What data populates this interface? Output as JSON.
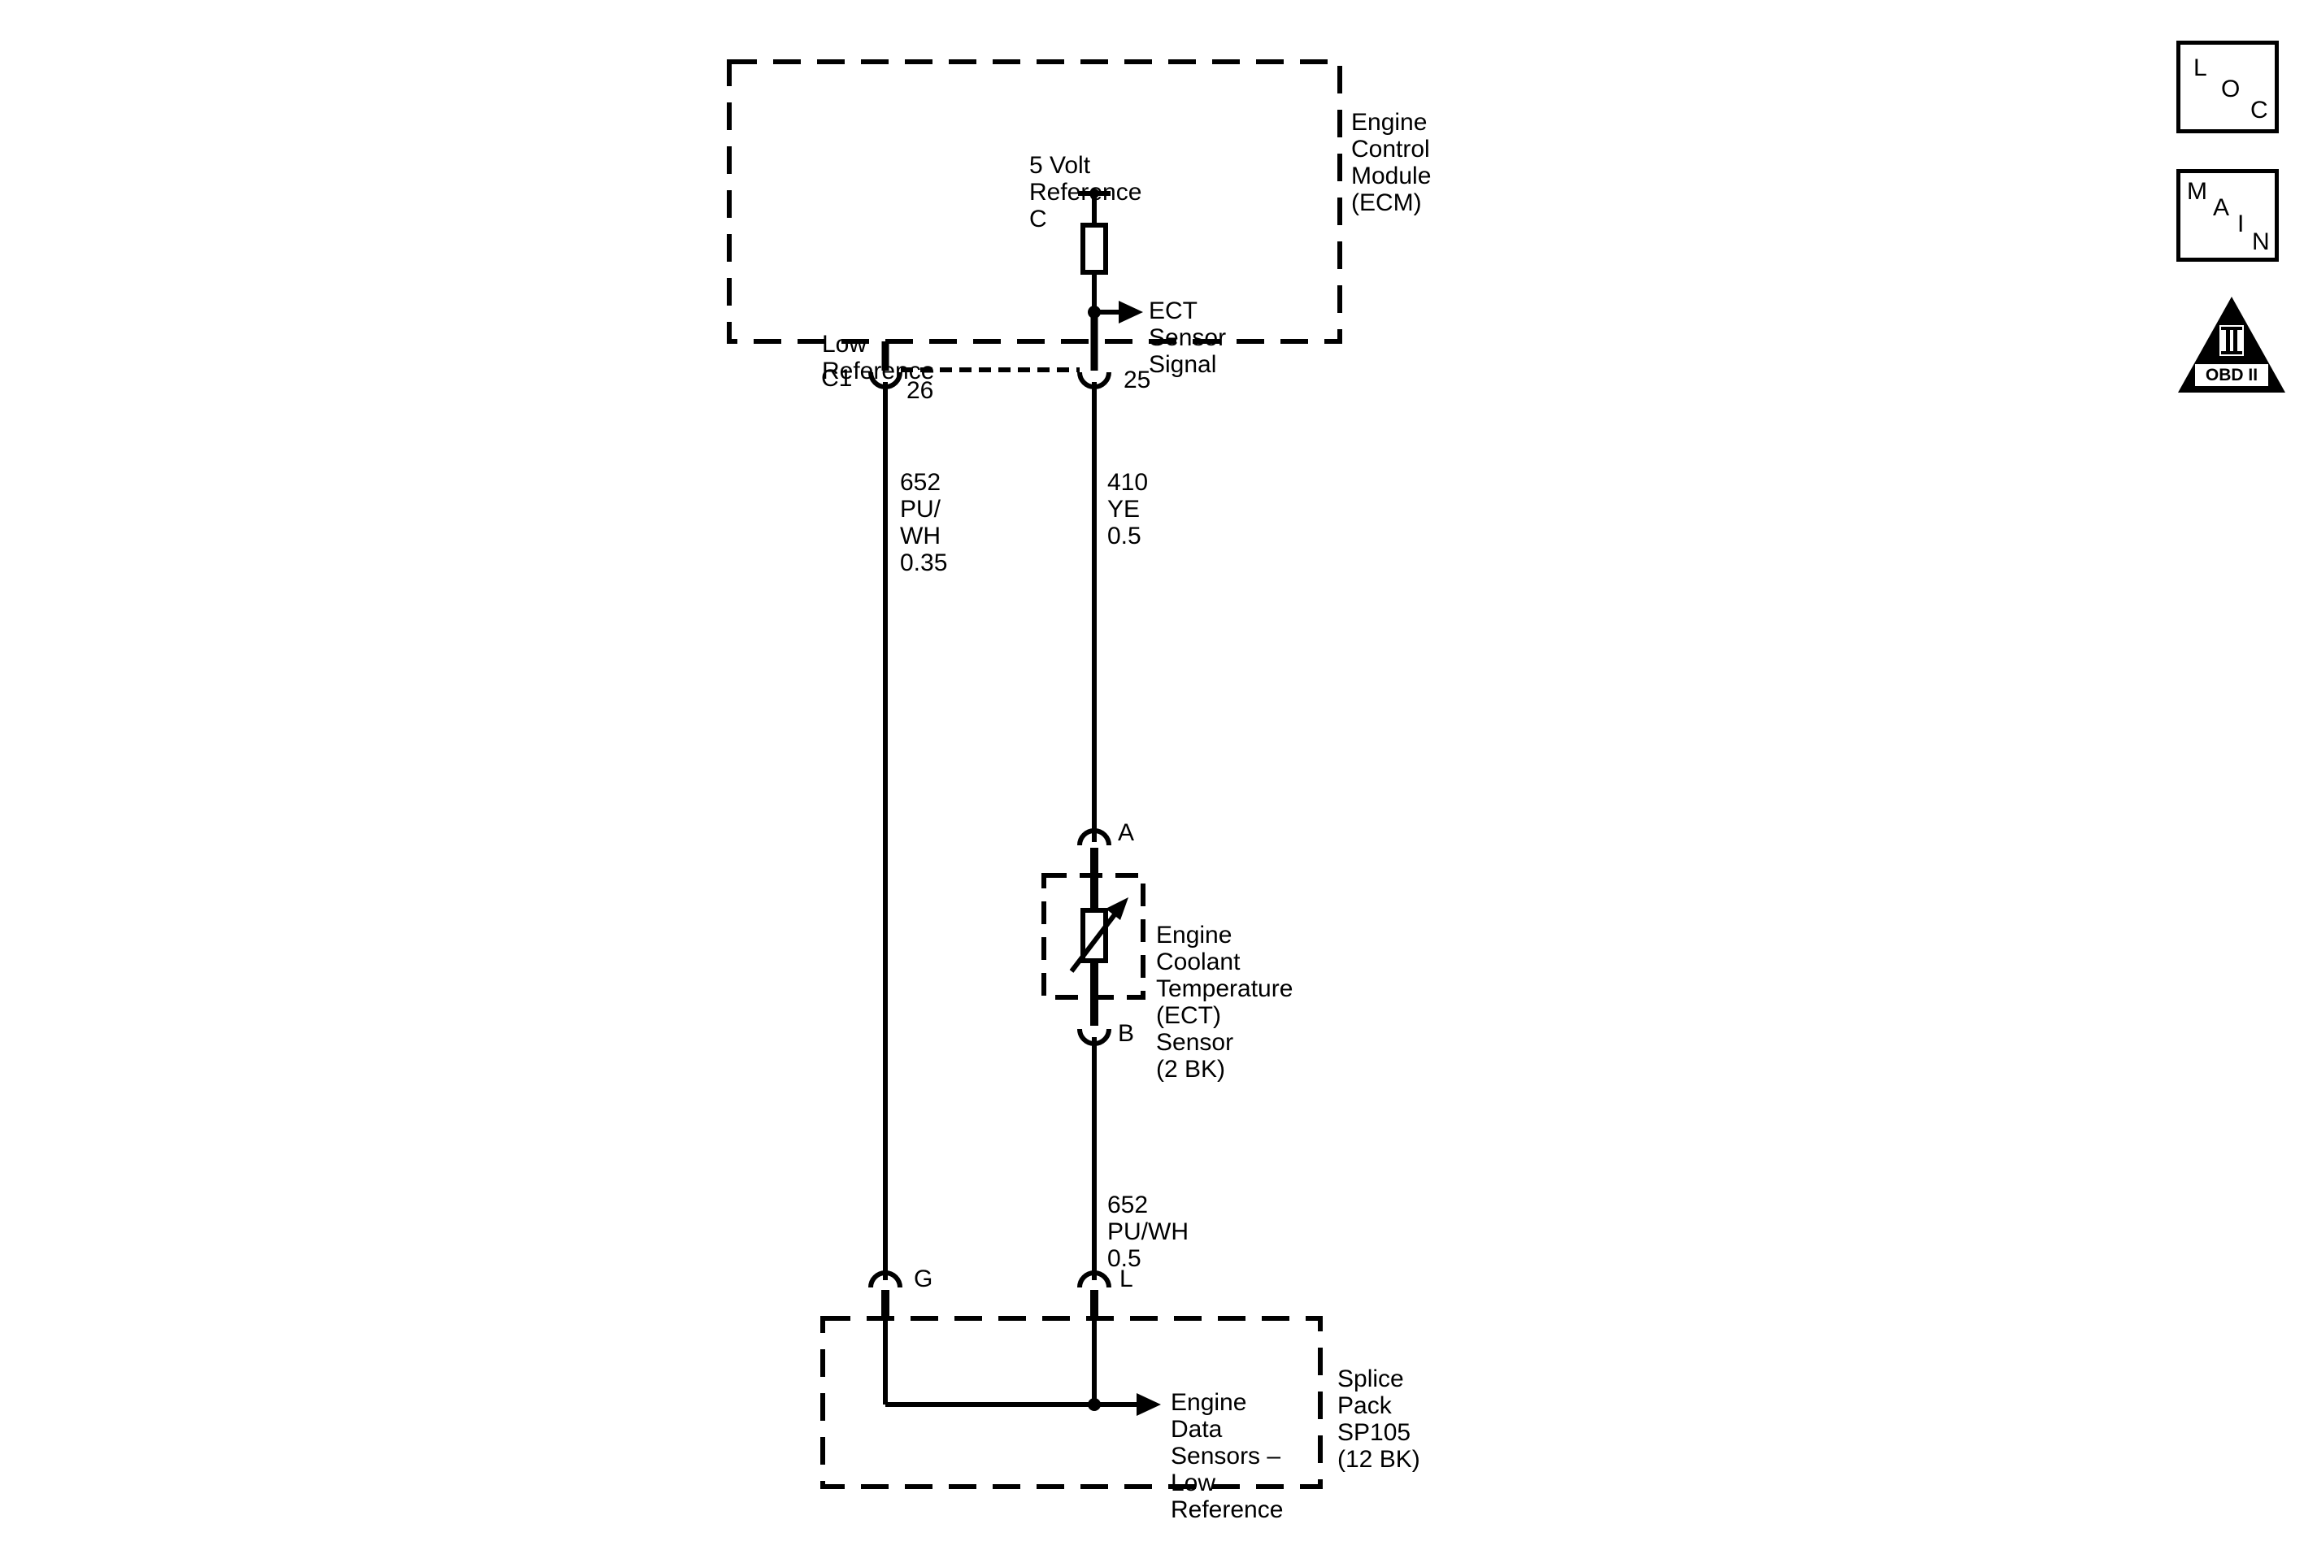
{
  "ecm": {
    "name_lines": [
      "Engine",
      "Control",
      "Module",
      "(ECM)"
    ],
    "reference_lines": [
      "5 Volt",
      "Reference",
      "C"
    ],
    "signal_lines": [
      "ECT",
      "Sensor",
      "Signal"
    ],
    "low_ref_lines": [
      "Low",
      "Reference"
    ]
  },
  "ecm_connector": {
    "name": "C1",
    "pin_low": "26",
    "pin_signal": "25"
  },
  "wires": {
    "low_left_lines": [
      "652",
      "PU/",
      "WH",
      "0.35"
    ],
    "signal_lines": [
      "410",
      "YE",
      "0.5"
    ],
    "low_lower_lines": [
      "652",
      "PU/WH",
      "0.5"
    ]
  },
  "sensor": {
    "pin_a": "A",
    "pin_b": "B",
    "name_lines": [
      "Engine",
      "Coolant",
      "Temperature",
      "(ECT)",
      "Sensor",
      "(2 BK)"
    ]
  },
  "splice": {
    "pin_g": "G",
    "pin_l": "L",
    "name_lines": [
      "Splice",
      "Pack",
      "SP105",
      "(12 BK)"
    ],
    "output_lines": [
      "Engine",
      "Data",
      "Sensors –",
      "Low",
      "Reference"
    ]
  },
  "badges": {
    "loc": [
      "L",
      "O",
      "C"
    ],
    "main": [
      "M",
      "A",
      "I",
      "N"
    ],
    "obd": "OBD II",
    "obd_numeral": "II"
  }
}
